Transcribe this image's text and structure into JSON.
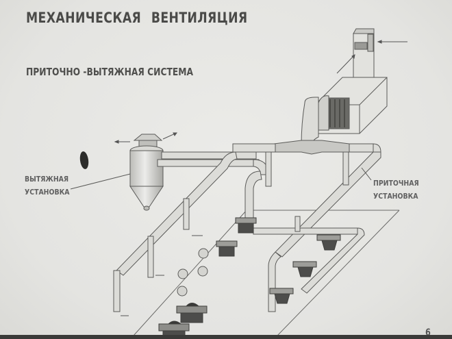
{
  "slide": {
    "title": "МЕХАНИЧЕСКАЯ  ВЕНТИЛЯЦИЯ",
    "subtitle": "ПРИТОЧНО -ВЫТЯЖНАЯ СИСТЕМА",
    "page_number": "6",
    "labels": {
      "exhaust": {
        "line1": "ВЫТЯЖНАЯ",
        "line2": "УСТАНОВКА"
      },
      "supply": {
        "line1": "ПРИТОЧНАЯ",
        "line2": "УСТАНОВКА"
      }
    }
  },
  "diagram": {
    "components": [
      "exhaust-cyclone-unit",
      "supply-air-intake-tower",
      "supply-fan-heater-unit",
      "exhaust-duct-network",
      "supply-duct-network",
      "workbenches",
      "floor-plane"
    ],
    "colors": {
      "background": "#e6e6e3",
      "ink": "#4a4a48",
      "duct_fill": "#d8d8d4",
      "duct_stroke": "#5a5a58",
      "dark_part": "#4d4d4b"
    }
  }
}
